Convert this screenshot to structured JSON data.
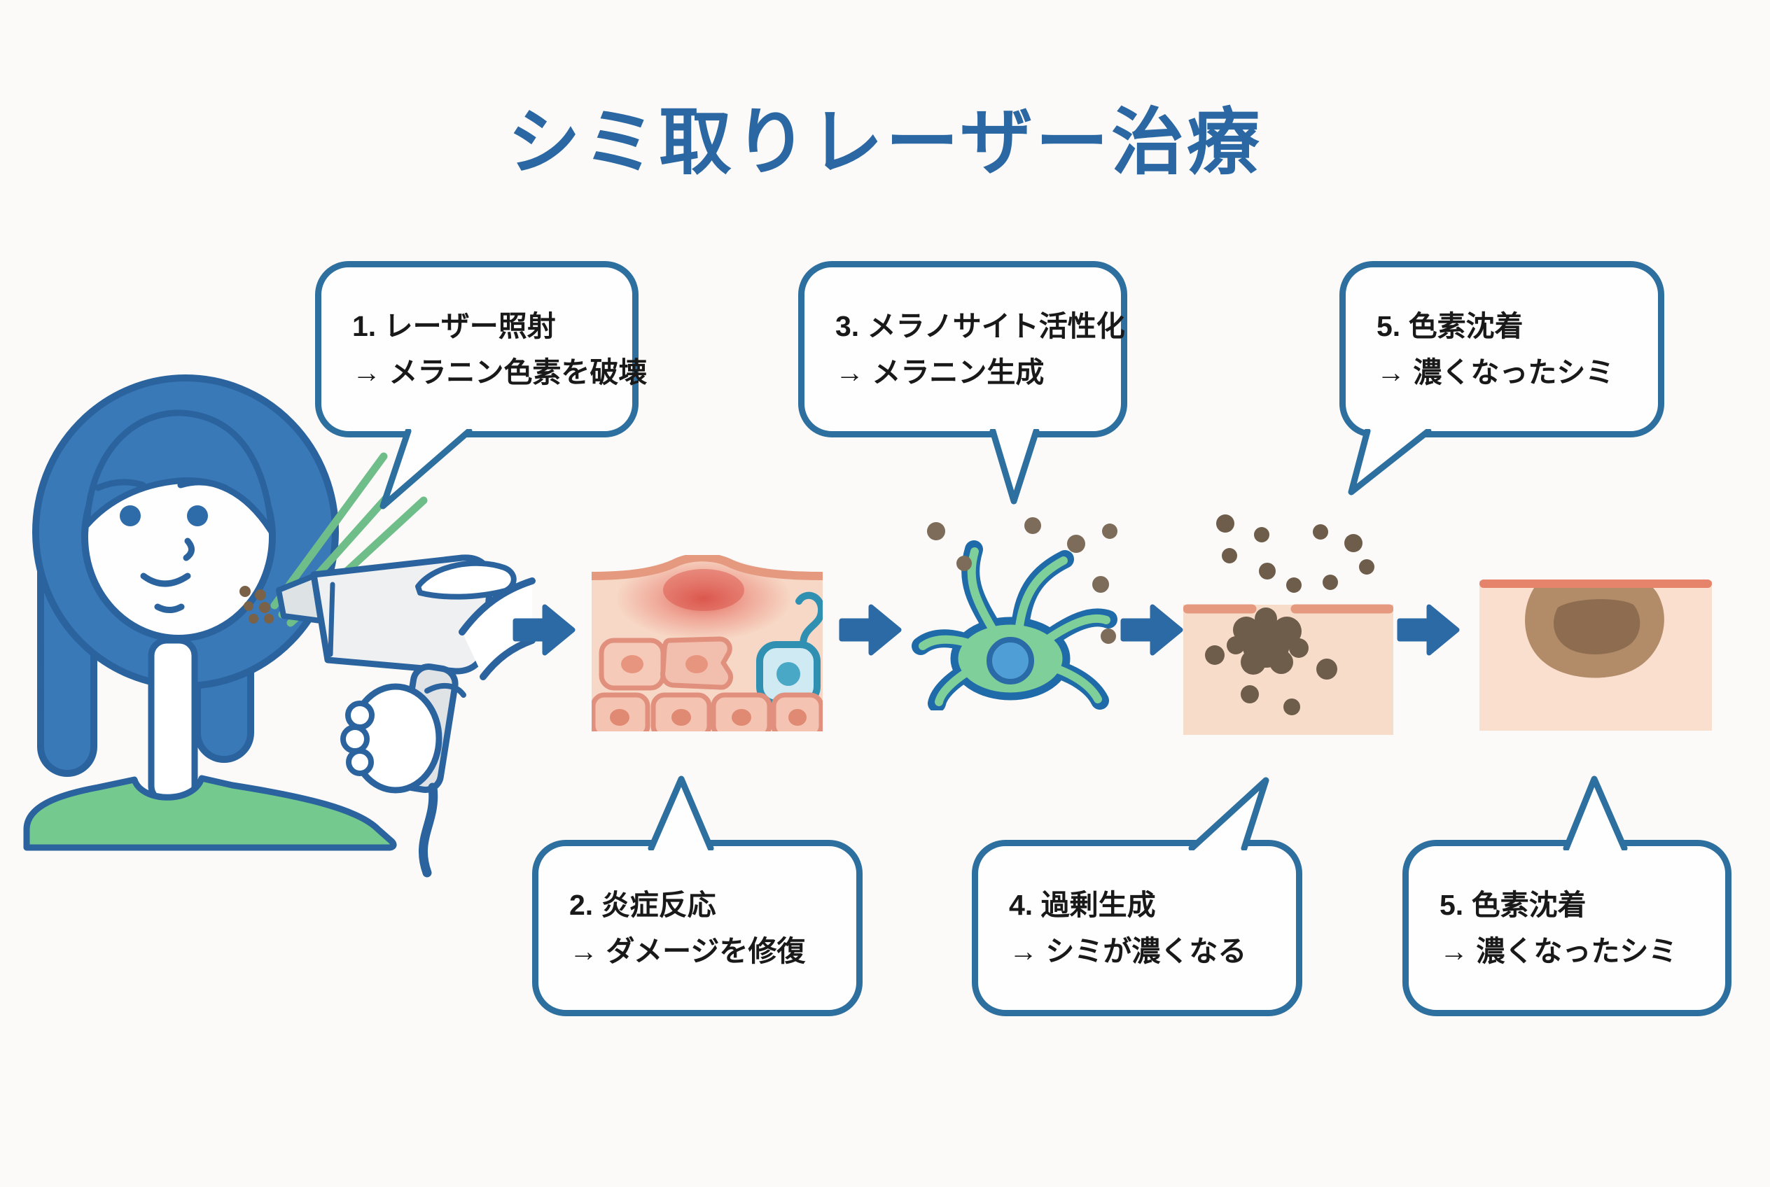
{
  "title": "シミ取りレーザー治療",
  "bubbles": [
    {
      "id": "step1",
      "line1": "1. レーザー照射",
      "line2": "→ メラニン色素を破壊"
    },
    {
      "id": "step2",
      "line1": "2. 炎症反応",
      "line2": "→ ダメージを修復"
    },
    {
      "id": "step3",
      "line1": "3. メラノサイト活性化",
      "line2": "→ メラニン生成"
    },
    {
      "id": "step4",
      "line1": "4. 過剰生成",
      "line2": "→ シミが濃くなる"
    },
    {
      "id": "step5_top",
      "line1": "5. 色素沈着",
      "line2": "→ 濃くなったシミ"
    },
    {
      "id": "step5_bottom",
      "line1": "5. 色素沈着",
      "line2": "→ 濃くなったシミ"
    }
  ],
  "icons": {
    "patient": "woman-receiving-laser-treatment",
    "laser_device": "laser-handpiece",
    "laser_beams": "green-laser-beams",
    "step2_icon": "inflamed-skin-cross-section",
    "step3_icon": "melanocyte-cell-with-melanin-dots",
    "step4_icon": "skin-block-with-melanin-cluster",
    "step5_icon": "skin-block-with-dark-spot",
    "flow_arrow": "right-arrow"
  },
  "colors": {
    "background": "#fbfaf8",
    "title": "#2a67a3",
    "bubble_border": "#2d6f9e",
    "bubble_text": "#191919",
    "arrow": "#2b6aa5",
    "outline": "#2a639e",
    "hair": "#3a79b8",
    "shirt": "#74c98e",
    "laser_beam": "#6fbe8a",
    "skin_block": "#f7d7c5",
    "skin_edge": "#e5997f",
    "inflammation": "#e0544a",
    "cell_outline": "#e0907d",
    "immune_cell": "#3090b1",
    "melanocyte_body": "#7fcf9a",
    "melanocyte_nucleus": "#4f9fd6",
    "melanin_dot": "#7d6c59",
    "melanin_cluster": "#6f5d4b",
    "spot_outer": "#b28b69",
    "spot_inner": "#8e6c4f"
  }
}
